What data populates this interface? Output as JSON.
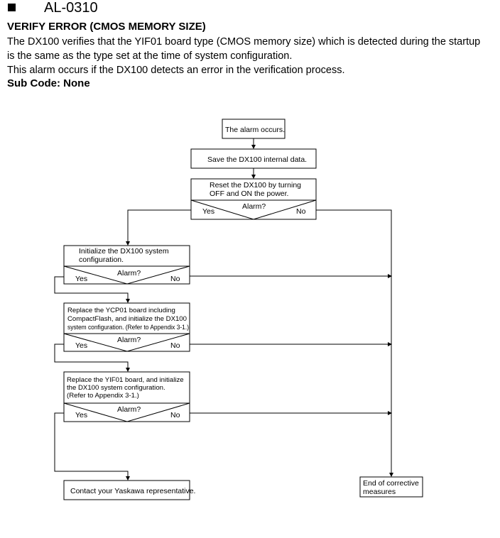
{
  "header": {
    "alarm_code": "AL-0310",
    "title": "VERIFY ERROR (CMOS MEMORY SIZE)",
    "description_1": "The DX100 verifies that the YIF01 board type (CMOS memory size) which is detected during the startup is the same as the type set at the time of system configuration.",
    "description_2": "This alarm occurs if the DX100 detects an error in the verification process.",
    "sub_code": "Sub Code: None"
  },
  "flowchart": {
    "start": "The alarm occurs.",
    "save": "Save the DX100 internal data.",
    "reset": [
      "Reset the DX100 by turning",
      "OFF and ON the power."
    ],
    "initialize": [
      "Initialize the DX100 system",
      "configuration."
    ],
    "replace_ycp": [
      "Replace the YCP01 board including",
      "CompactFlash, and initialize the DX100",
      "system configuration. (Refer to Appendix 3-1.)"
    ],
    "replace_yif": [
      "Replace the YIF01 board, and initialize",
      "the DX100 system configuration.",
      "(Refer to Appendix 3-1.)"
    ],
    "decision_label": "Alarm?",
    "yes": "Yes",
    "no": "No",
    "contact": "Contact your Yaskawa representative.",
    "end": [
      "End of corrective",
      "measures"
    ]
  }
}
